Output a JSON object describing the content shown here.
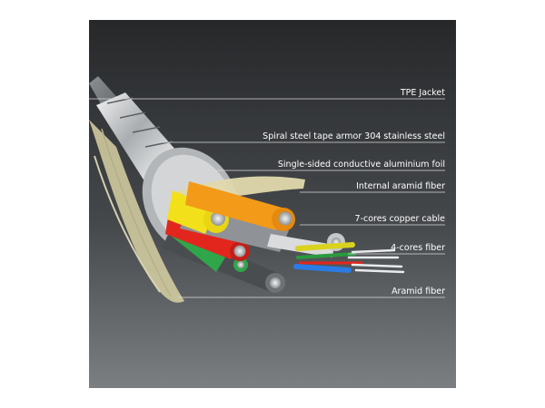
{
  "labels": [
    {
      "id": "tpe-jacket",
      "text": "TPE Jacket"
    },
    {
      "id": "spiral-armor",
      "text": "Spiral steel tape armor 304 stainless steel"
    },
    {
      "id": "conductive-foil",
      "text": "Single-sided conductive aluminium foil"
    },
    {
      "id": "internal-aramid",
      "text": "Internal aramid fiber"
    },
    {
      "id": "copper-cable",
      "text": "7-cores copper cable"
    },
    {
      "id": "fiber-cores",
      "text": "4-cores fiber"
    },
    {
      "id": "aramid-fiber",
      "text": "Aramid fiber"
    }
  ],
  "colors": {
    "background_top": "#2a2c2e",
    "background_bottom": "#7d8184",
    "yellow_core": "#f2e11a",
    "orange_core": "#f39a18",
    "red_core": "#e2261d",
    "gray_core": "#8f9296",
    "fiber_blue": "#2a7be4",
    "fiber_yellow": "#d9d21e",
    "fiber_green": "#2a9a3e",
    "aramid": "#d8d2a4"
  }
}
